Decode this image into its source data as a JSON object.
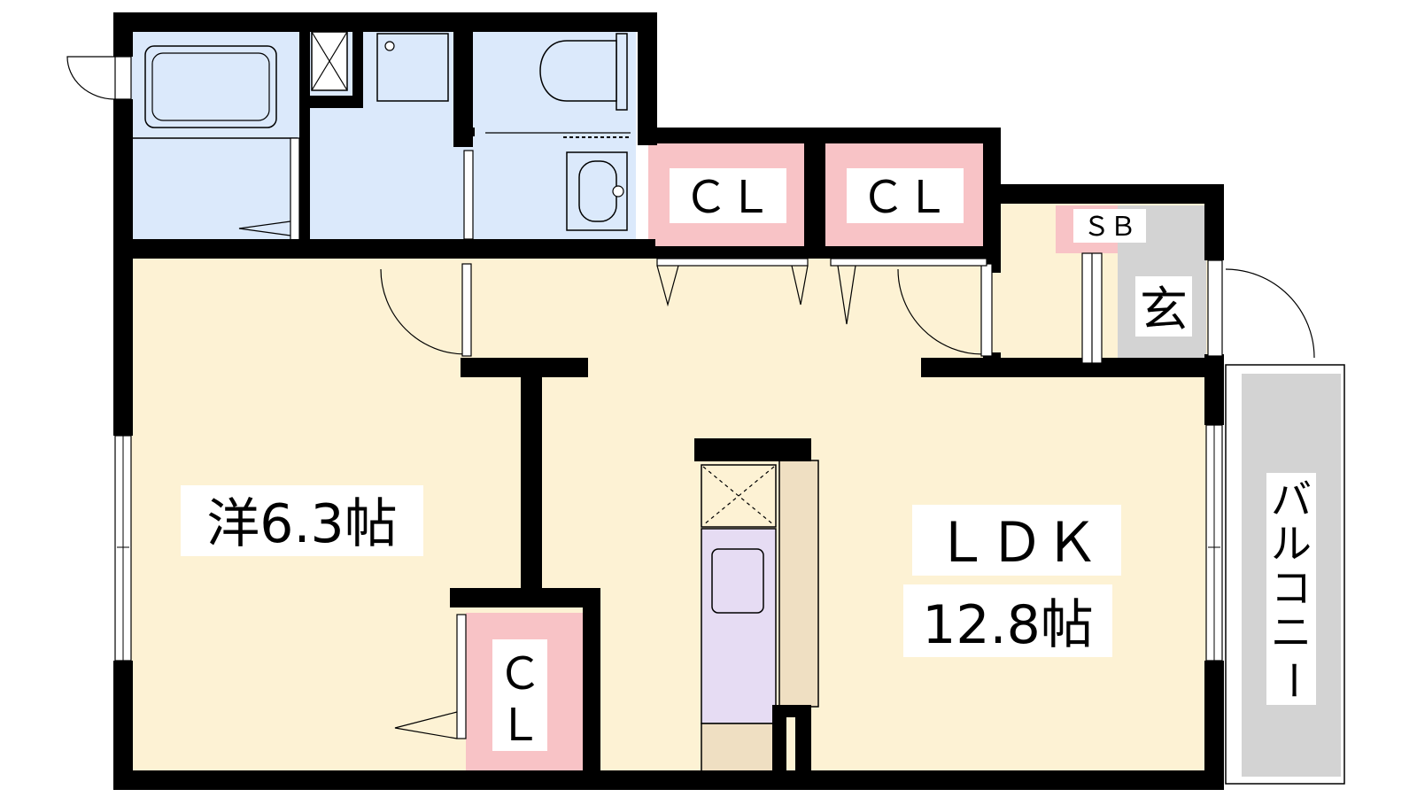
{
  "rooms": {
    "western": {
      "name": "洋6.3帖"
    },
    "ldk": {
      "name": "ＬＤＫ",
      "size": "12.8帖"
    },
    "entrance": {
      "name": "玄"
    },
    "shoe_box": {
      "name": "ＳＢ"
    },
    "closet_1": {
      "name": "ＣＬ"
    },
    "closet_2": {
      "name": "ＣＬ"
    },
    "closet_3": {
      "line1": "Ｃ",
      "line2": "Ｌ"
    },
    "balcony": {
      "chars": [
        "バ",
        "ル",
        "コ",
        "ニ",
        "ー"
      ]
    }
  },
  "colors": {
    "wet_area": "#dbe9fb",
    "living": "#fdf2d4",
    "closet": "#f8c3c6",
    "entrance": "#d3d3d3",
    "kitchen": "#e6dcf3",
    "counter": "#efdfc2",
    "wall": "#000000"
  }
}
